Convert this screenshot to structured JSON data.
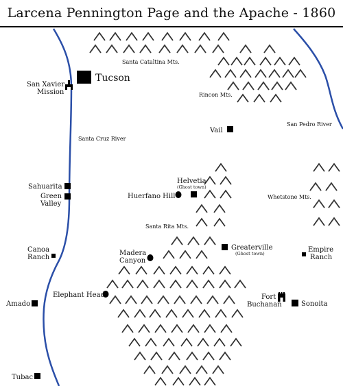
{
  "title": "Larcena Pennington Page and the Apache - 1860",
  "colors": {
    "river": "#2b4fa8",
    "ink": "#111111",
    "mountain": "#333333"
  },
  "places": {
    "tucson": "Tucson",
    "san_xavier_1": "San Xavier",
    "san_xavier_2": "Mission",
    "vail": "Vail",
    "sahuarita": "Sahuarita",
    "green_valley_1": "Green",
    "green_valley_2": "Valley",
    "helvetia": "Helvetia",
    "helvetia_sub": "(Ghost town)",
    "huerfano": "Huerfano Hill",
    "canoa_1": "Canoa",
    "canoa_2": "Ranch",
    "madera_1": "Madera",
    "madera_2": "Canyon",
    "greaterville": "Greaterville",
    "greaterville_sub": "(Ghost town)",
    "empire_1": "Empire",
    "empire_2": "Ranch",
    "elephant_head": "Elephant Head",
    "amado": "Amado",
    "fort_1": "Fort",
    "fort_2": "Buchanan",
    "sonoita": "Sonoita",
    "tubac": "Tubac"
  },
  "features": {
    "santa_catalina": "Santa Cataltina Mts.",
    "rincon": "Rincon Mts.",
    "san_pedro": "San Pedro River",
    "santa_cruz": "Santa Cruz River",
    "whetstone": "Whetstone Mts.",
    "santa_rita": "Santa Rita Mts."
  }
}
